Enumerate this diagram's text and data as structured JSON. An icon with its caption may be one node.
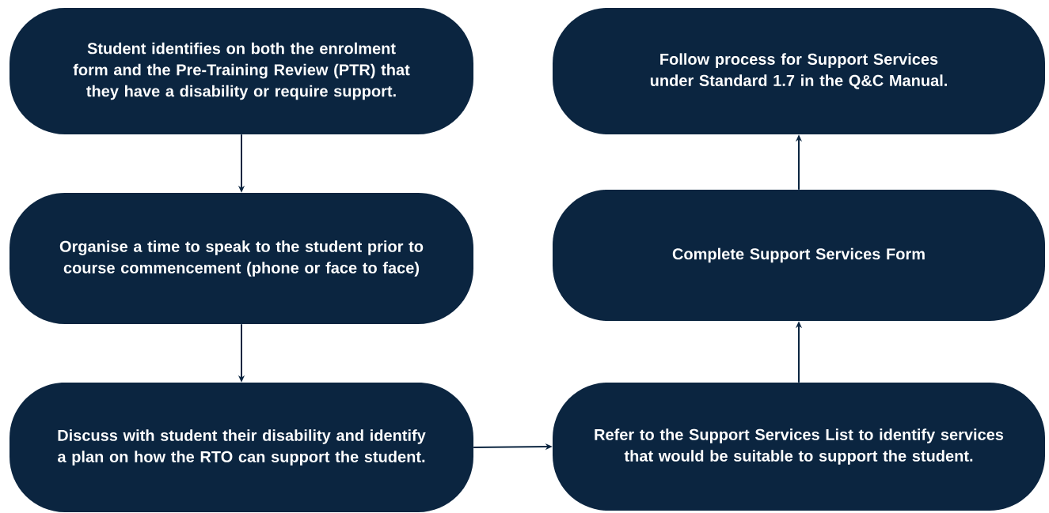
{
  "diagram": {
    "nodes": [
      {
        "text": [
          "Student identifies on both the enrolment form and the Pre-Training Review (PTR) that they have a disability or require support."
        ]
      },
      {
        "text": [
          "Organise a time to speak to the student prior to course commencement (phone or face to face)"
        ]
      },
      {
        "text": [
          "Discuss with student their disability and identify a plan on how the RTO can support the student."
        ]
      },
      {
        "text": [
          "Refer to the Support Services List to identify services that would be suitable to support the student."
        ]
      },
      {
        "text": [
          "Complete Support Services Form"
        ]
      },
      {
        "text": [
          "Follow process for Support Services under Standard 1.7 in the Q&C Manual."
        ]
      }
    ],
    "edges": [
      {
        "from": 0,
        "to": 1,
        "arrow": "to"
      },
      {
        "from": 1,
        "to": 2,
        "arrow": "to"
      },
      {
        "from": 2,
        "to": 3,
        "arrow": "to"
      },
      {
        "from": 3,
        "to": 4,
        "arrow": "to"
      },
      {
        "from": 4,
        "to": 5,
        "arrow": "to"
      }
    ]
  }
}
